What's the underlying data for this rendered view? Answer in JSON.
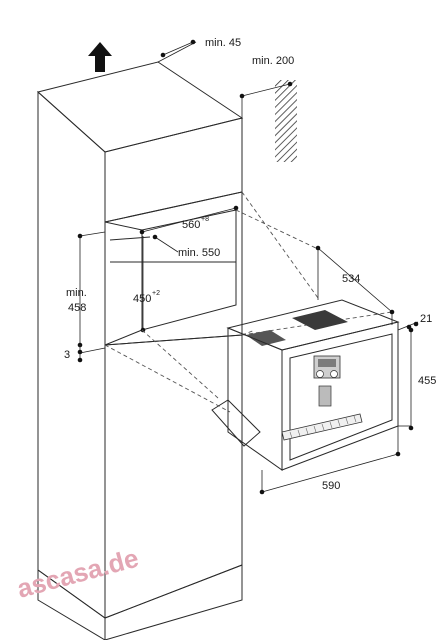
{
  "dimensions": {
    "top_clearance": "min. 45",
    "rear_vent": "min. 200",
    "niche_width_value": "560",
    "niche_width_tolerance": "+8",
    "niche_depth": "min. 550",
    "niche_height_value": "450",
    "niche_height_tolerance": "+2",
    "cabinet_height_label_1": "min.",
    "cabinet_height_label_2": "458",
    "shelf_thickness": "3",
    "appliance_depth": "534",
    "panel_offset": "21",
    "appliance_height": "455",
    "appliance_width": "590"
  },
  "watermark": "ascasa.de",
  "icons": {
    "airflow": "arrow-up-icon"
  },
  "colors": {
    "cabinet_front": "#dcdcdc",
    "cabinet_side": "#c2c2c2",
    "appliance_body": "#cfcfcf",
    "watermark": "#e3a6b4"
  }
}
